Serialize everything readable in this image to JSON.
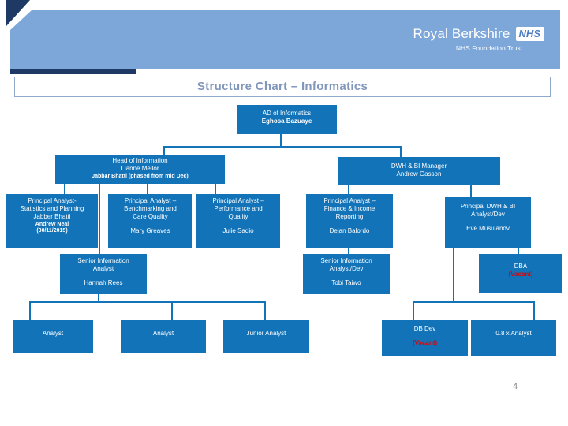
{
  "slide": {
    "banner": {
      "trust_name": "Royal Berkshire",
      "nhs_logo_text": "NHS",
      "trust_type": "NHS Foundation Trust"
    },
    "title": "Structure Chart – Informatics",
    "page_number": "4"
  },
  "colors": {
    "node_blue": "#1273b8",
    "banner_blue": "#7da7d9",
    "navy": "#1e3a64",
    "title_text": "#8096bb",
    "title_border": "#8fa9cc",
    "node_text": "#ffffff",
    "vacant_red": "#e60000",
    "page_number_gray": "#898989"
  },
  "org": {
    "ad": {
      "title": "AD of Informatics",
      "name": "Eghosa Bazuaye"
    },
    "head_info": {
      "title": "Head of Information",
      "name": "Lianne Mellor",
      "note": "Jabbar Bhatti (phased from mid Dec)"
    },
    "dwh_manager": {
      "title": "DWH & BI Manager",
      "name": "Andrew Gasson"
    },
    "pa_stats": {
      "title": "Principal Analyst-\nStatistics and Planning",
      "name": "Jabber Bhatti",
      "note": "Andrew Neal\n(30/11/2015)"
    },
    "pa_benchmarking": {
      "title": "Principal Analyst –\nBenchmarking and\nCare Quality",
      "name": "Mary Greaves"
    },
    "pa_performance": {
      "title": "Principal Analyst –\nPerformance and\nQuality",
      "name": "Julie Sadio"
    },
    "pa_finance": {
      "title": "Principal Analyst –\nFinance & Income\nReporting",
      "name": "Dejan Balordo"
    },
    "principal_dwh_bi": {
      "title": "Principal DWH & BI\nAnalyst/Dev",
      "name": "Eve Musulanov"
    },
    "senior_analyst": {
      "title": "Senior Information\nAnalyst",
      "name": "Hannah Rees"
    },
    "senior_analyst_dev": {
      "title": "Senior Information\nAnalyst/Dev",
      "name": "Tobi Taiwo"
    },
    "dba": {
      "title": "DBA",
      "vacant": "(Vacant)"
    },
    "analyst_1": {
      "title": "Analyst"
    },
    "analyst_2": {
      "title": "Analyst"
    },
    "junior_analyst": {
      "title": "Junior Analyst"
    },
    "db_dev": {
      "title": "DB Dev",
      "vacant": "(Vacant)"
    },
    "analyst_08": {
      "title": "0.8 x Analyst"
    }
  }
}
